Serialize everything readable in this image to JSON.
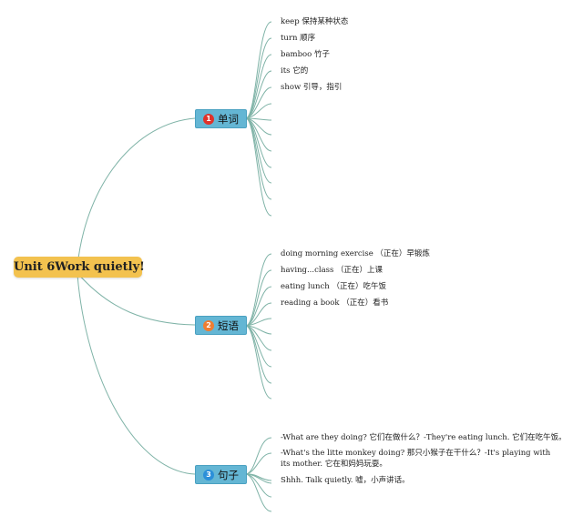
{
  "root": {
    "label": "Unit 6Work quietly!"
  },
  "branches": [
    {
      "badge": "1",
      "badge_color": "#e0322a",
      "label": "单词",
      "leaves": [
        {
          "text": "keep 保持某种状态"
        },
        {
          "text": "turn 顺序"
        },
        {
          "text": "bamboo 竹子"
        },
        {
          "text": "its 它的"
        },
        {
          "text": "show 引导，指引"
        }
      ]
    },
    {
      "badge": "2",
      "badge_color": "#ef7d31",
      "label": "短语",
      "leaves": [
        {
          "text": "doing morning  exercise （正在）早锻炼"
        },
        {
          "text": "having...class （正在）上课"
        },
        {
          "text": "eating lunch （正在）吃午饭"
        },
        {
          "text": "reading a book （正在）看书"
        }
      ]
    },
    {
      "badge": "3",
      "badge_color": "#2b8fd9",
      "label": "句子",
      "leaves": [
        {
          "text": "-What are they doing? 它们在做什么？-They're eating lunch. 它们在吃午饭。"
        },
        {
          "text": "-What's the litte monkey doing? 那只小猴子在干什么？-It's playing with its mother. 它在和妈妈玩耍。"
        },
        {
          "text": "Shhh. Talk quietly. 嘘，小声讲话。"
        }
      ]
    }
  ],
  "colors": {
    "root_fill": "#f3c24f",
    "branch_fill": "#64b6d4",
    "connector": "#7fb3a7"
  }
}
